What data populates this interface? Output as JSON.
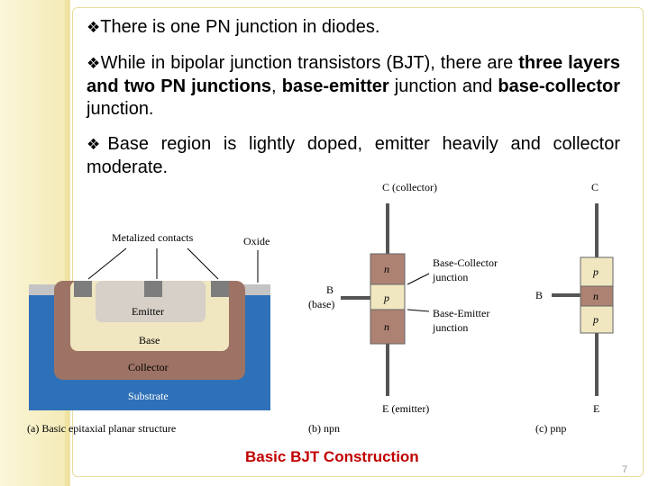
{
  "bullets": [
    {
      "parts": [
        {
          "text": "There is one PN junction in diodes.",
          "bold": false
        }
      ]
    },
    {
      "parts": [
        {
          "text": "While in bipolar junction transistors (BJT), there are ",
          "bold": false
        },
        {
          "text": "three layers and two PN junctions",
          "bold": true
        },
        {
          "text": ", ",
          "bold": false
        },
        {
          "text": "base-emitter",
          "bold": true
        },
        {
          "text": " junction and ",
          "bold": false
        },
        {
          "text": "base-collector",
          "bold": true
        },
        {
          "text": " junction.",
          "bold": false
        }
      ]
    },
    {
      "parts": [
        {
          "text": "Base region is lightly doped, emitter heavily and collector moderate.",
          "bold": false
        }
      ]
    }
  ],
  "figure": {
    "a": {
      "metal_label": "Metalized contacts",
      "oxide_label": "Oxide",
      "emitter": "Emitter",
      "base": "Base",
      "collector": "Collector",
      "substrate": "Substrate",
      "caption": "(a) Basic epitaxial planar structure"
    },
    "b": {
      "c_label": "C (collector)",
      "b_label": "B",
      "b_sub": "(base)",
      "e_label": "E (emitter)",
      "layer1": "n",
      "layer2": "p",
      "layer3": "n",
      "bc_label_1": "Base-Collector",
      "bc_label_2": "junction",
      "be_label_1": "Base-Emitter",
      "be_label_2": "junction",
      "caption": "(b) npn"
    },
    "c": {
      "c_label": "C",
      "b_label": "B",
      "e_label": "E",
      "layer1": "p",
      "layer2": "n",
      "layer3": "p",
      "caption": "(c) pnp"
    }
  },
  "caption": "Basic BJT Construction",
  "slide_number": "7",
  "colors": {
    "substrate": "#2f71b8",
    "collector": "#9d7365",
    "base": "#f0e6c0",
    "emitter": "#d6d0c8",
    "oxide": "#c4c4c4",
    "transistor_n": "#ad8272",
    "transistor_p": "#f0e6c0",
    "caption": "#c00000"
  },
  "icons": {
    "bullet": "diamond-bullet-icon"
  }
}
